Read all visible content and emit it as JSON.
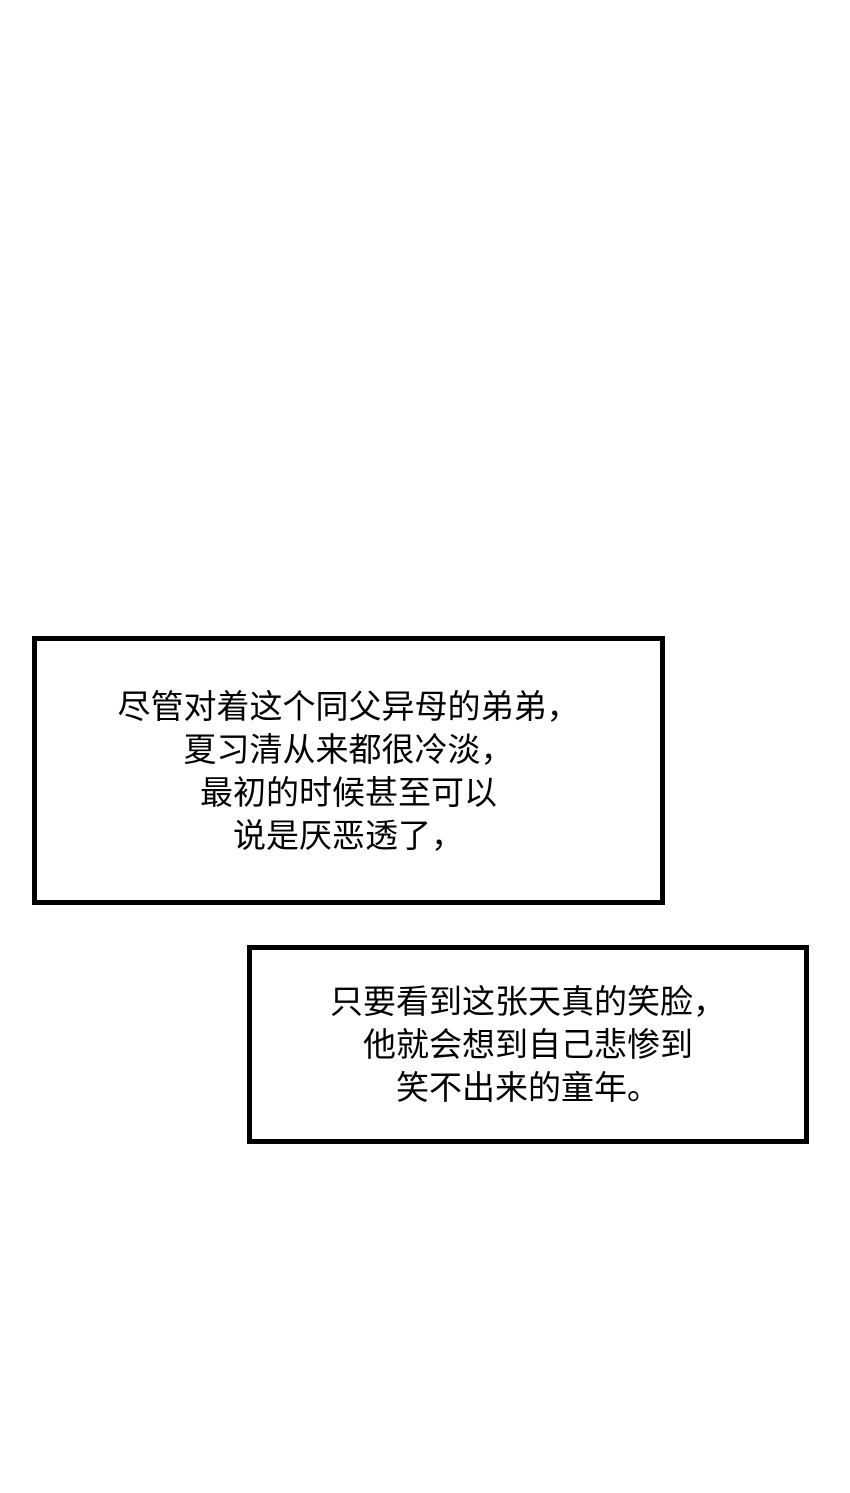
{
  "captions": [
    {
      "lines": [
        "尽管对着这个同父异母的弟弟，",
        "夏习清从来都很冷淡，",
        "最初的时候甚至可以",
        "说是厌恶透了，"
      ]
    },
    {
      "lines": [
        "只要看到这张天真的笑脸，",
        "他就会想到自己悲惨到",
        "笑不出来的童年。"
      ]
    }
  ]
}
